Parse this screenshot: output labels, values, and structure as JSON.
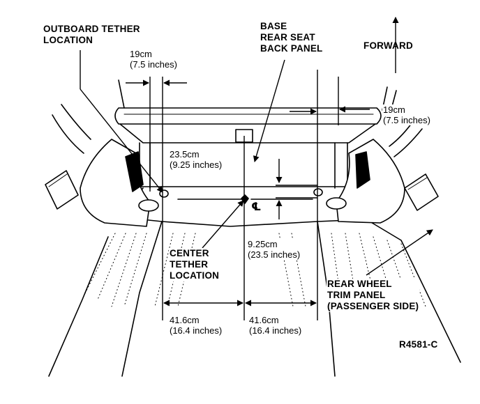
{
  "labels": {
    "outboard_tether": "OUTBOARD TETHER\nLOCATION",
    "base_panel": "BASE\nREAR SEAT\nBACK PANEL",
    "forward": "FORWARD",
    "center_tether": "CENTER\nTETHER\nLOCATION",
    "rear_wheel": "REAR WHEEL\nTRIM PANEL\n(PASSENGER SIDE)",
    "figure_code": "R4581-C",
    "centerline": "℄"
  },
  "measurements": {
    "outboard_gap_left": "19cm\n(7.5 inches)",
    "outboard_gap_right": "19cm\n(7.5 inches)",
    "vertical_center": "23.5cm\n(9.25 inches)",
    "vertical_right": "9.25cm\n(23.5 inches)",
    "span_left": "41.6cm\n(16.4 inches)",
    "span_right": "41.6cm\n(16.4 inches)"
  },
  "colors": {
    "ink": "#000000",
    "paper": "#ffffff"
  }
}
